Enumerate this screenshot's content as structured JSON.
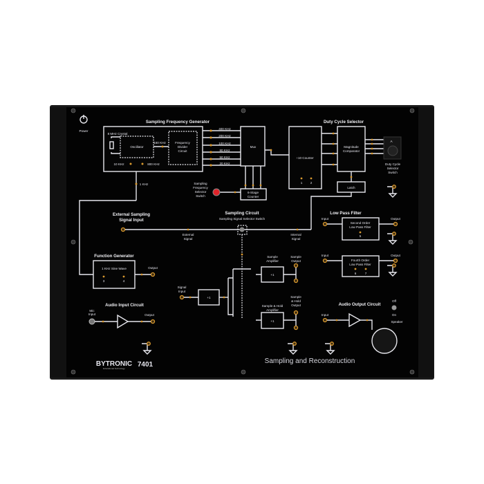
{
  "power_label": "Power",
  "sfg": {
    "title": "Sampling Frequency Generator",
    "crystal": "8 MHz Crystal",
    "oscillator": "Oscillator",
    "f160": "160 KHz",
    "divider": [
      "Frequency",
      "Divider",
      "Circuit"
    ],
    "f10": "10 KHz",
    "f800": "800 KHz",
    "outputs": [
      "400 KHz",
      "200 KHz",
      "100 KHz",
      "80 KHz",
      "50 KHz",
      "20 KHz"
    ],
    "f1": "1 KHz"
  },
  "mux": "Mux",
  "counter6": [
    "6-Stage",
    "Counter"
  ],
  "selector_switch": [
    "Sampling",
    "Frequency",
    "Selector",
    "Switch"
  ],
  "counter10": "÷10 Counter",
  "counter10_pins": [
    "1",
    "2"
  ],
  "duty": {
    "title": "Duty Cycle Selector",
    "comparator": [
      "Magnitude",
      "Comparator"
    ],
    "latch": "Latch",
    "switch_label": [
      "Duty Cycle",
      "Selector",
      "Switch"
    ],
    "switch_mark": "A"
  },
  "ext_input": [
    "External Sampling",
    "Signal Input"
  ],
  "sampling": {
    "title": "Sampling Circuit",
    "subtitle": "Sampling Signal Selector Switch",
    "external": [
      "External",
      "Signal"
    ],
    "internal": [
      "Internal",
      "Signal"
    ],
    "signal_input": [
      "Signal",
      "Input"
    ],
    "buffer": "+1",
    "sample_amp": [
      "Sample",
      "Amplifier"
    ],
    "sample_out": [
      "Sample",
      "Output"
    ],
    "sh_amp": "Sample & Hold",
    "sh_amp2": "Amplifier",
    "sh_out": [
      "Sample",
      "& Hold",
      "Output"
    ],
    "amp_gain": "+1"
  },
  "lpf": {
    "title": "Low Pass Filter",
    "input": "Input",
    "output": "Output",
    "second": [
      "Second Order",
      "Low Pass Filter"
    ],
    "second_pin": "5",
    "fourth": [
      "Fourth Order",
      "Low Pass Filter"
    ],
    "fourth_pins": [
      "6",
      "7"
    ]
  },
  "funcgen": {
    "title": "Function Generator",
    "wave": "1 KHz Sine Wave",
    "pins": [
      "3",
      "4"
    ],
    "output": "Output"
  },
  "audio_in": {
    "title": "Audio Input Circuit",
    "mic": [
      "Mic",
      "Input"
    ],
    "output": "Output"
  },
  "audio_out": {
    "title": "Audio Output Circuit",
    "input": "Input",
    "off": "Off",
    "on": "On",
    "speaker": "Speaker"
  },
  "brand": "BYTRONIC",
  "brand_sub": "Educational Technology",
  "model": "7401",
  "panel_title": "Sampling and Reconstruction"
}
